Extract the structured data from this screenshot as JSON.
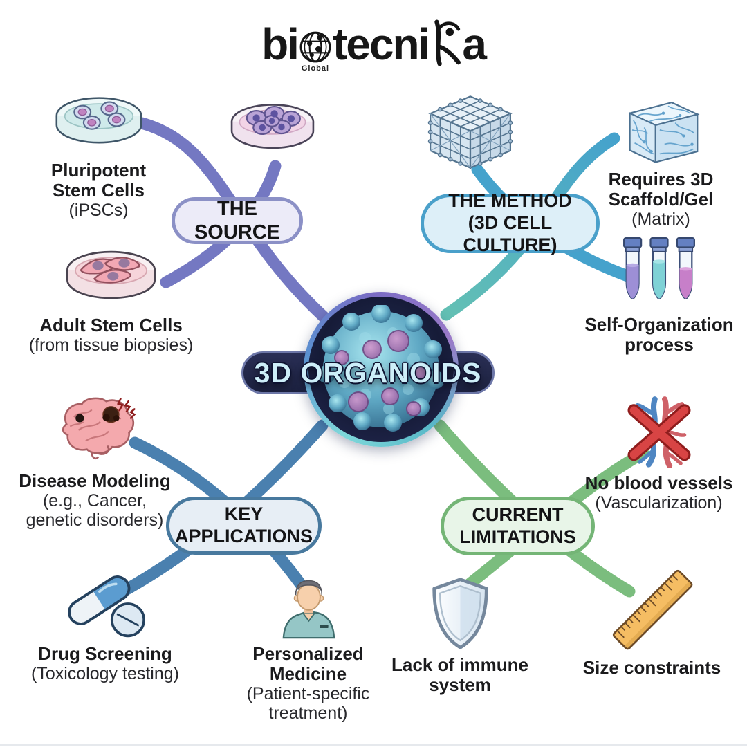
{
  "logo": {
    "text_bi": "bi",
    "text_tecni": "tecni",
    "text_a": "a",
    "globe_label": "Global",
    "globe_icon": "globe-icon",
    "dancer_icon": "dancer-k-icon",
    "color": "#171717"
  },
  "center": {
    "title": "3D ORGANOIDS",
    "icon": "organoid-sphere",
    "band_color": "#1c213f",
    "text_color": "#cdeef8",
    "ring_colors": [
      "#7fd8da",
      "#5a90d0",
      "#7a6cc4",
      "#9a7ac8"
    ]
  },
  "branches": {
    "source": {
      "label": "THE SOURCE",
      "color": "#7478c2",
      "pill_fill": "#ecebf8",
      "pill_border": "#8b90c6",
      "items": {
        "pluripotent": {
          "icon": "petri-dish-round-cells-icon",
          "title": "Pluripotent Stem Cells",
          "subtitle": "(iPSCs)"
        },
        "culture_dish": {
          "icon": "petri-dish-cluster-cells-icon"
        },
        "adult": {
          "icon": "petri-dish-spindle-cells-icon",
          "title": "Adult Stem Cells",
          "subtitle": "(from tissue biopsies)"
        }
      }
    },
    "method": {
      "label_line1": "THE METHOD",
      "label_line2": "(3D CELL CULTURE)",
      "color": "#3f9fc8",
      "pill_fill": "#ddeff8",
      "pill_border": "#4aa0ca",
      "items": {
        "scaffold_cube": {
          "icon": "lattice-scaffold-icon"
        },
        "scaffold_gel": {
          "icon": "gel-matrix-cube-icon",
          "title": "Requires 3D Scaffold/Gel",
          "subtitle": "(Matrix)"
        },
        "self_organization": {
          "icon": "centrifuge-tubes-icon",
          "title": "Self-Organization process"
        }
      }
    },
    "applications": {
      "label_line1": "KEY",
      "label_line2": "APPLICATIONS",
      "color": "#4a80af",
      "pill_fill": "#e7eef5",
      "pill_border": "#48799e",
      "items": {
        "disease": {
          "icon": "brain-icon",
          "title": "Disease Modeling",
          "subtitle": "(e.g., Cancer, genetic disorders)"
        },
        "drug": {
          "icon": "pills-icon",
          "title": "Drug Screening",
          "subtitle": "(Toxicology testing)"
        },
        "personalized": {
          "icon": "clinician-icon",
          "title": "Personalized Medicine",
          "subtitle": "(Patient-specific treatment)"
        }
      }
    },
    "limitations": {
      "label_line1": "CURRENT",
      "label_line2": "LIMITATIONS",
      "color": "#7bbd7e",
      "pill_fill": "#e8f5e8",
      "pill_border": "#74b576",
      "items": {
        "vessels": {
          "icon": "crossed-blood-vessels-icon",
          "title": "No blood vessels",
          "subtitle": "(Vascularization)"
        },
        "immune": {
          "icon": "shield-icon",
          "title": "Lack of immune system"
        },
        "size": {
          "icon": "ruler-icon",
          "title": "Size constraints"
        }
      }
    }
  }
}
